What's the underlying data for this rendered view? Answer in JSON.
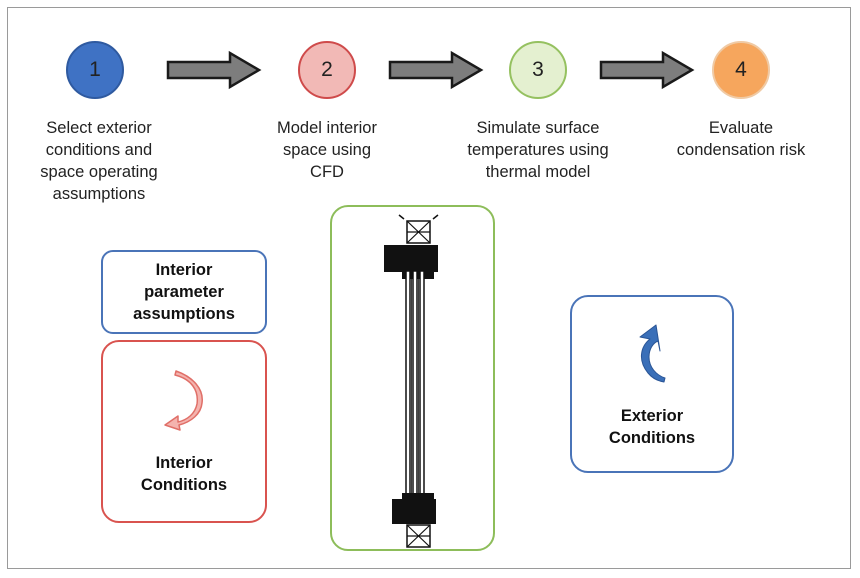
{
  "colors": {
    "step1_fill": "#3f72c4",
    "step1_border": "#2f5aa0",
    "step2_fill": "#f2b9b6",
    "step2_border": "#cf4b4b",
    "step3_fill": "#e4f0d0",
    "step3_border": "#95c160",
    "step4_fill": "#f6a65d",
    "step4_border": "#f0caa4",
    "arrow_fill": "#7d7d7d",
    "arrow_stroke": "#1a1a1a",
    "interior_params_border": "#4a74b8",
    "interior_conditions_border": "#d9534f",
    "window_box_border": "#8dbd5a",
    "exterior_border": "#4a74b8",
    "interior_curl": "#e8807a",
    "exterior_curl": "#3a6fb8"
  },
  "steps": [
    {
      "number": "1",
      "label_lines": [
        "Select exterior",
        "conditions and",
        "space operating",
        "assumptions"
      ]
    },
    {
      "number": "2",
      "label_lines": [
        "Model interior",
        "space using",
        "CFD"
      ]
    },
    {
      "number": "3",
      "label_lines": [
        "Simulate surface",
        "temperatures using",
        "thermal model"
      ]
    },
    {
      "number": "4",
      "label_lines": [
        "Evaluate",
        "condensation risk"
      ]
    }
  ],
  "interior_parameters": {
    "lines": [
      "Interior",
      "parameter",
      "assumptions"
    ]
  },
  "interior_conditions": {
    "lines": [
      "Interior",
      "Conditions"
    ],
    "icon": "curved-arrow-icon"
  },
  "exterior_conditions": {
    "lines": [
      "Exterior",
      "Conditions"
    ],
    "icon": "curved-arrow-icon"
  },
  "window_section": {
    "icon": "window-section-icon"
  }
}
